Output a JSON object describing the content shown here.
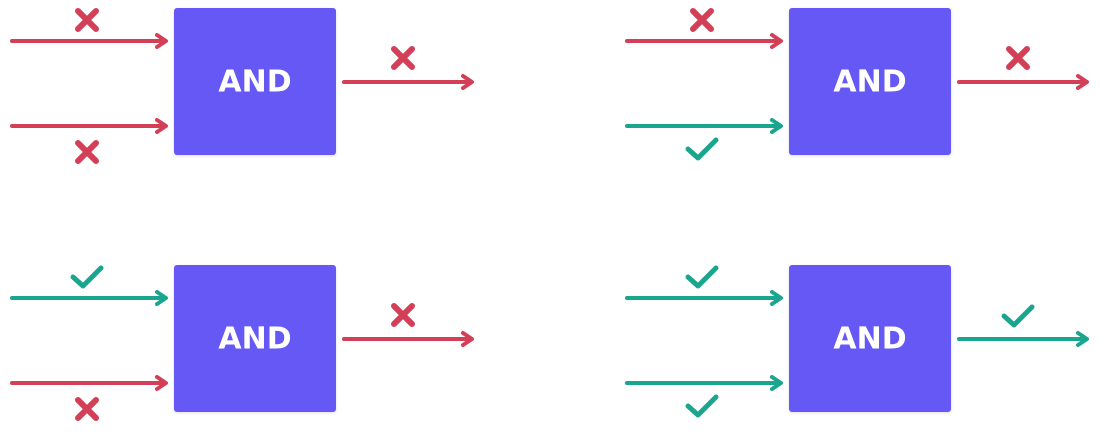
{
  "colors": {
    "gate_fill": "#6559f5",
    "false": "#d23f57",
    "true": "#1aa58e",
    "background": "#ffffff"
  },
  "gates": [
    {
      "label": "AND",
      "input_a": false,
      "input_b": false,
      "output": false
    },
    {
      "label": "AND",
      "input_a": false,
      "input_b": true,
      "output": false
    },
    {
      "label": "AND",
      "input_a": true,
      "input_b": false,
      "output": false
    },
    {
      "label": "AND",
      "input_a": true,
      "input_b": true,
      "output": true
    }
  ],
  "icons": {
    "true": "check-icon",
    "false": "cross-icon"
  }
}
